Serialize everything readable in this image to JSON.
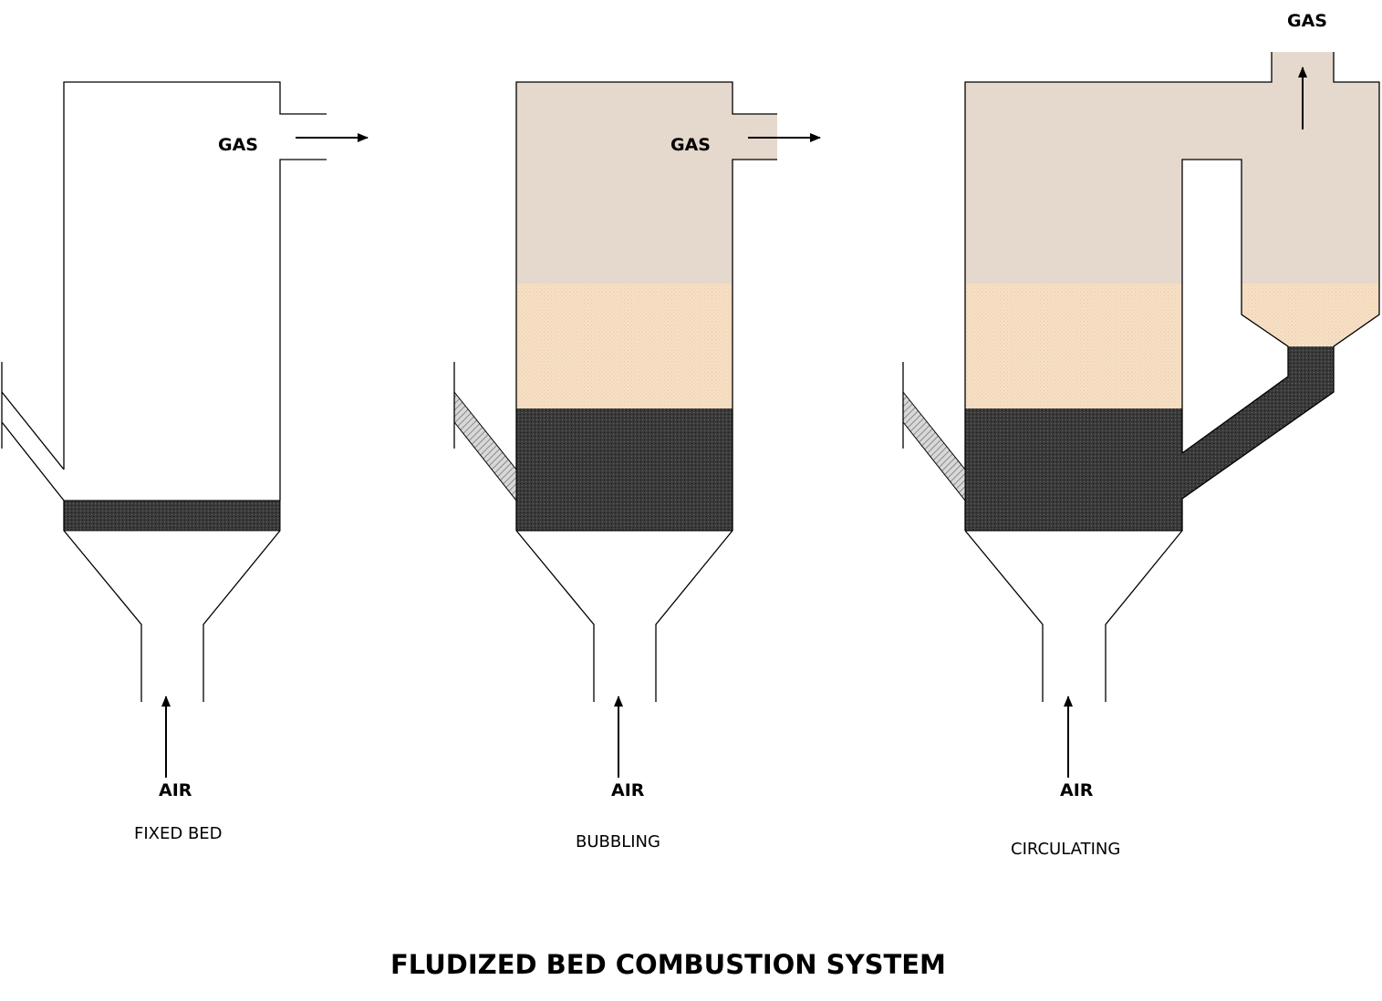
{
  "title": "FLUDIZED BED COMBUSTION SYSTEM",
  "colors": {
    "gas_zone": "#e5d8cc",
    "freeboard_zone": "#f5dcc0",
    "dense_bed": "#2b2b2b",
    "outline": "#000000"
  },
  "systems": [
    {
      "id": "fixed-bed",
      "caption": "FIXED BED",
      "gas_label": "GAS",
      "air_label": "AIR"
    },
    {
      "id": "bubbling",
      "caption": "BUBBLING",
      "gas_label": "GAS",
      "air_label": "AIR"
    },
    {
      "id": "circulating",
      "caption": "CIRCULATING",
      "gas_label": "GAS",
      "air_label": "AIR"
    }
  ]
}
